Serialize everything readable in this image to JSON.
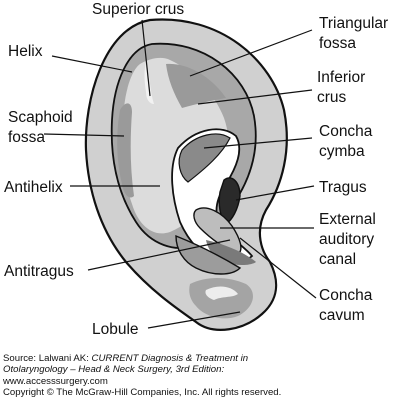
{
  "figure": {
    "labels": [
      {
        "id": "superior-crus",
        "lines": [
          "Superior crus"
        ]
      },
      {
        "id": "triangular-fossa",
        "lines": [
          "Triangular",
          "fossa"
        ]
      },
      {
        "id": "helix",
        "lines": [
          "Helix"
        ]
      },
      {
        "id": "inferior-crus",
        "lines": [
          "Inferior",
          "crus"
        ]
      },
      {
        "id": "scaphoid-fossa",
        "lines": [
          "Scaphoid",
          "fossa"
        ]
      },
      {
        "id": "concha-cymba",
        "lines": [
          "Concha",
          "cymba"
        ]
      },
      {
        "id": "antihelix",
        "lines": [
          "Antihelix"
        ]
      },
      {
        "id": "tragus",
        "lines": [
          "Tragus"
        ]
      },
      {
        "id": "external-auditory-canal",
        "lines": [
          "External",
          "auditory",
          "canal"
        ]
      },
      {
        "id": "antitragus",
        "lines": [
          "Antitragus"
        ]
      },
      {
        "id": "concha-cavum",
        "lines": [
          "Concha",
          "cavum"
        ]
      },
      {
        "id": "lobule",
        "lines": [
          "Lobule"
        ]
      }
    ]
  },
  "caption": {
    "source_prefix": "Source: Lalwani AK: ",
    "source_title": "CURRENT Diagnosis & Treatment in Otolaryngology – Head & Neck Surgery, 3rd Edition:",
    "source_title_line1": "CURRENT Diagnosis & Treatment in",
    "source_title_line2": "Otolaryngology – Head & Neck Surgery, 3rd Edition:",
    "url": "www.accesssurgery.com",
    "copyright": "Copyright © The McGraw-Hill Companies, Inc. All rights reserved."
  }
}
